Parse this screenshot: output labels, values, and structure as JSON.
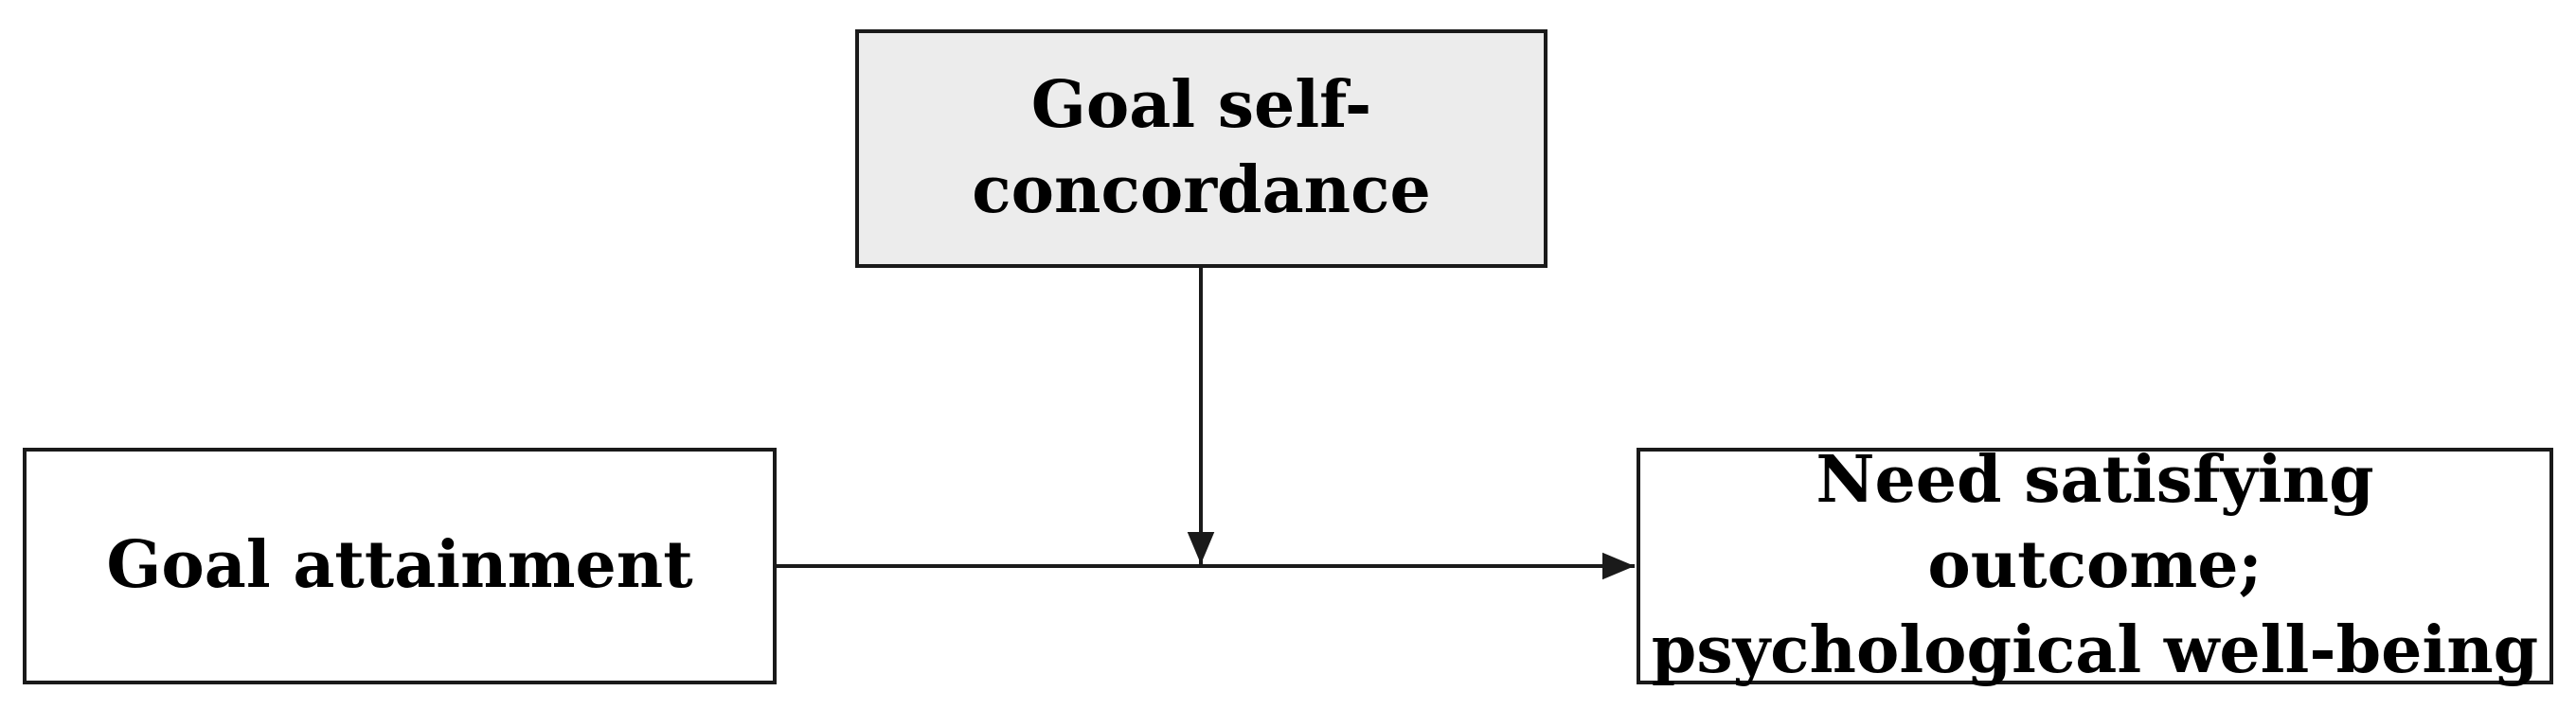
{
  "moderator": {
    "line1": "Goal self-",
    "line2": "concordance"
  },
  "predictor": {
    "label": "Goal attainment"
  },
  "outcome": {
    "line1": "Need satisfying outcome;",
    "line2": "psychological well-being"
  },
  "colors": {
    "moderator_fill": "#ececec",
    "box_fill": "#ffffff",
    "stroke": "#1a1a1a"
  }
}
